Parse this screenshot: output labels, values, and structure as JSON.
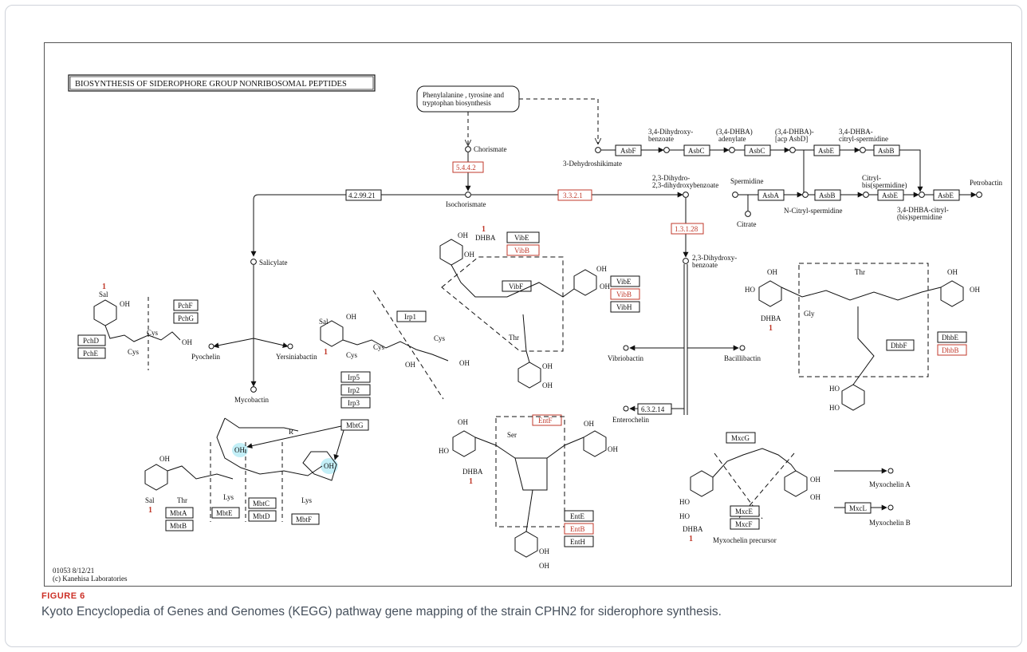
{
  "diagram": {
    "title": "BIOSYNTHESIS OF SIDEROPHORE GROUP NONRIBOSOMAL PEPTIDES",
    "footer_line1": "01053 8/12/21",
    "footer_line2": "(c) Kanehisa Laboratories",
    "highlight_color": "#c0392b",
    "enzyme_boxes": [
      {
        "id": "e1",
        "label": "5.4.4.2",
        "highlighted": true
      },
      {
        "id": "e2",
        "label": "4.2.99.21",
        "highlighted": false
      },
      {
        "id": "e3",
        "label": "3.3.2.1",
        "highlighted": true
      },
      {
        "id": "e4",
        "label": "1.3.1.28",
        "highlighted": true
      },
      {
        "id": "e5",
        "label": "AsbF",
        "highlighted": false
      },
      {
        "id": "e6",
        "label": "AsbC",
        "highlighted": false
      },
      {
        "id": "e7",
        "label": "AsbC",
        "highlighted": false
      },
      {
        "id": "e8",
        "label": "AsbE",
        "highlighted": false
      },
      {
        "id": "e9",
        "label": "AsbB",
        "highlighted": false
      },
      {
        "id": "e10",
        "label": "AsbA",
        "highlighted": false
      },
      {
        "id": "e11",
        "label": "AsbB",
        "highlighted": false
      },
      {
        "id": "e12",
        "label": "AsbE",
        "highlighted": false
      },
      {
        "id": "e13",
        "label": "AsbE",
        "highlighted": false
      },
      {
        "id": "e14",
        "label": "VibE",
        "highlighted": false
      },
      {
        "id": "e15",
        "label": "VibB",
        "highlighted": true
      },
      {
        "id": "e16",
        "label": "VibF",
        "highlighted": false
      },
      {
        "id": "e17",
        "label": "VibE",
        "highlighted": false
      },
      {
        "id": "e18",
        "label": "VibB",
        "highlighted": true
      },
      {
        "id": "e19",
        "label": "VibH",
        "highlighted": false
      },
      {
        "id": "e20",
        "label": "PchF",
        "highlighted": false
      },
      {
        "id": "e21",
        "label": "PchG",
        "highlighted": false
      },
      {
        "id": "e22",
        "label": "PchD",
        "highlighted": false
      },
      {
        "id": "e23",
        "label": "PchE",
        "highlighted": false
      },
      {
        "id": "e24",
        "label": "Irp1",
        "highlighted": false
      },
      {
        "id": "e25",
        "label": "Irp5",
        "highlighted": false
      },
      {
        "id": "e26",
        "label": "Irp2",
        "highlighted": false
      },
      {
        "id": "e27",
        "label": "Irp3",
        "highlighted": false
      },
      {
        "id": "e28",
        "label": "DhbE",
        "highlighted": false
      },
      {
        "id": "e29",
        "label": "DhbB",
        "highlighted": true
      },
      {
        "id": "e30",
        "label": "DhbF",
        "highlighted": false
      },
      {
        "id": "e31",
        "label": "6.3.2.14",
        "highlighted": false
      },
      {
        "id": "e32",
        "label": "EntF",
        "highlighted": true
      },
      {
        "id": "e33",
        "label": "EntE",
        "highlighted": false
      },
      {
        "id": "e34",
        "label": "EntB",
        "highlighted": true
      },
      {
        "id": "e35",
        "label": "EntH",
        "highlighted": false
      },
      {
        "id": "e36",
        "label": "MbtG",
        "highlighted": false
      },
      {
        "id": "e37",
        "label": "MbtA",
        "highlighted": false
      },
      {
        "id": "e38",
        "label": "MbtB",
        "highlighted": false
      },
      {
        "id": "e39",
        "label": "MbtE",
        "highlighted": false
      },
      {
        "id": "e40",
        "label": "MbtC",
        "highlighted": false
      },
      {
        "id": "e41",
        "label": "MbtD",
        "highlighted": false
      },
      {
        "id": "e42",
        "label": "MbtF",
        "highlighted": false
      },
      {
        "id": "e43",
        "label": "MxcG",
        "highlighted": false
      },
      {
        "id": "e44",
        "label": "MxcE",
        "highlighted": false
      },
      {
        "id": "e45",
        "label": "MxcF",
        "highlighted": false
      },
      {
        "id": "e46",
        "label": "MxcL",
        "highlighted": false
      }
    ],
    "compounds": {
      "pathway_link_1": "Phenylalanine , tyrosine and",
      "pathway_link_2": "tryptophan biosynthesis",
      "chorismate": "Chorismate",
      "isochorismate": "Isochorismate",
      "dehydroshikimate": "3-Dehydroshikimate",
      "dhb_1": "3,4-Dihydroxy-",
      "dhb_2": "benzoate",
      "dhba_aden_1": "(3,4-DHBA)",
      "dhba_aden_2": "adenylate",
      "acp_1": "(3,4-DHBA)-",
      "acp_2": "[acp AsbD]",
      "citryl_spd_1": "3,4-DHBA-",
      "citryl_spd_2": "citryl-spermidine",
      "spermidine": "Spermidine",
      "citrate": "Citrate",
      "n_citryl": "N-Citryl-spermidine",
      "citryl_bis_1": "Citryl-",
      "citryl_bis_2": "bis(spermidine)",
      "petrobactin": "Petrobactin",
      "dhba_citryl_bis_1": "3,4-DHBA-citryl-",
      "dhba_citryl_bis_2": "(bis)spermidine",
      "dihydro_1": "2,3-Dihydro-",
      "dihydro_2": "2,3-dihydroxybenzoate",
      "dihydroxy_1": "2,3-Dihydroxy-",
      "dihydroxy_2": "benzoate",
      "salicylate": "Salicylate",
      "pyochelin": "Pyochelin",
      "yersiniabactin": "Yersiniabactin",
      "mycobactin": "Mycobactin",
      "vibriobactin": "Vibriobactin",
      "bacillibactin": "Bacillibactin",
      "enterochelin": "Enterochelin",
      "myxochelin_a": "Myxochelin A",
      "myxochelin_b": "Myxochelin B",
      "myxochelin_precursor": "Myxochelin precursor"
    },
    "structure_labels": {
      "sal": "Sal",
      "dhba": "DHBA",
      "one": "1",
      "cys": "Cys",
      "thr": "Thr",
      "gly": "Gly",
      "ser": "Ser",
      "lys": "Lys",
      "oh": "OH",
      "ho": "HO",
      "r": "R"
    }
  },
  "figure": {
    "label": "FIGURE 6",
    "caption": "Kyoto Encyclopedia of Genes and Genomes (KEGG) pathway gene mapping of the strain CPHN2 for siderophore synthesis."
  }
}
